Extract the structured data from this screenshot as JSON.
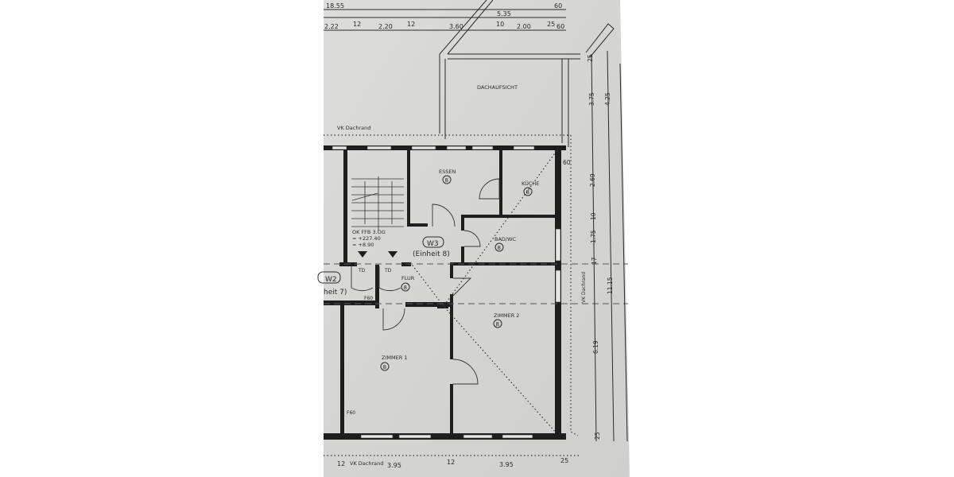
{
  "plan": {
    "top_dimensions": {
      "overall": "18.55",
      "upper_right": "60",
      "segment": "5.35",
      "row": [
        "2.22",
        "12",
        "2.20",
        "12",
        "3.60",
        "10",
        "2.00",
        "25",
        "60"
      ]
    },
    "right_dimensions": [
      "3.75",
      "4.25",
      "25",
      "60",
      "2.69",
      "10",
      "1.75",
      "17",
      "11.15",
      "6.19",
      "25"
    ],
    "bottom_dimensions": [
      "12",
      "3.95",
      "12",
      "3.95",
      "25"
    ],
    "labels": {
      "roof_view": "DACHAUFSICHT",
      "eave_top": "VK Dachrand",
      "eave_right": "VK Dachrand",
      "eave_bottom": "VK Dachrand",
      "unit_w3": "W3",
      "unit_w3_sub": "(Einheit 8)",
      "unit_w2": "W2",
      "unit_w2_sub": "heit 7)",
      "stair_level_1": "OK FFB 3.OG",
      "stair_level_2": "= +227.40",
      "stair_level_3": "= +8.90",
      "door_td_1": "TD",
      "door_td_2": "TD",
      "fire_rating_1": "F60",
      "fire_rating_2": "F60"
    },
    "rooms": [
      {
        "name": "ESSEN",
        "number": "8"
      },
      {
        "name": "KÜCHE",
        "number": "8"
      },
      {
        "name": "BAD/WC",
        "number": "8"
      },
      {
        "name": "FLUR",
        "number": "8"
      },
      {
        "name": "ZIMMER 2",
        "number": "8"
      },
      {
        "name": "ZIMMER 1",
        "number": "8"
      }
    ]
  }
}
